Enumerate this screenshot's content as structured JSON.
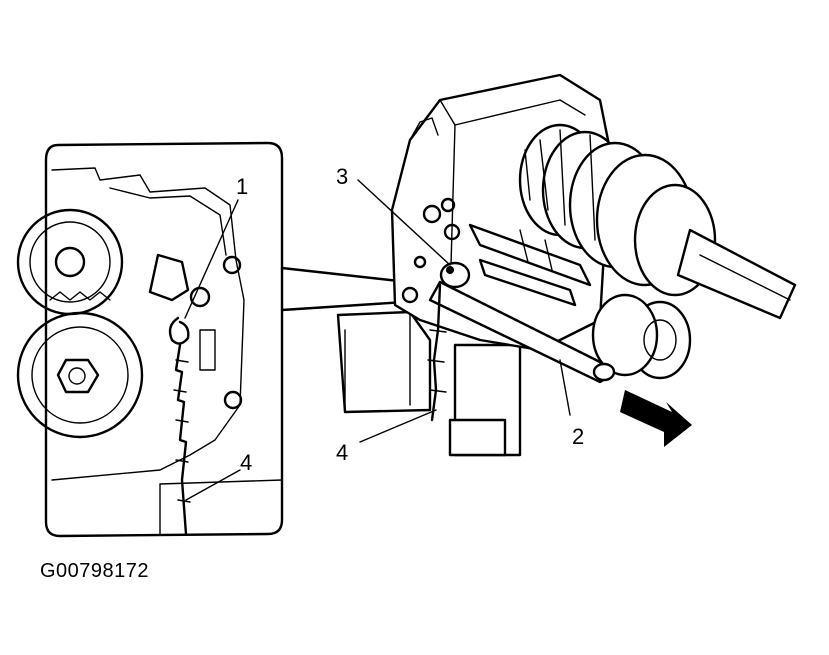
{
  "figure": {
    "caption": "G00798172",
    "callouts": {
      "inset_1": "1",
      "inset_4": "4",
      "main_3": "3",
      "main_4": "4",
      "main_2": "2"
    }
  }
}
